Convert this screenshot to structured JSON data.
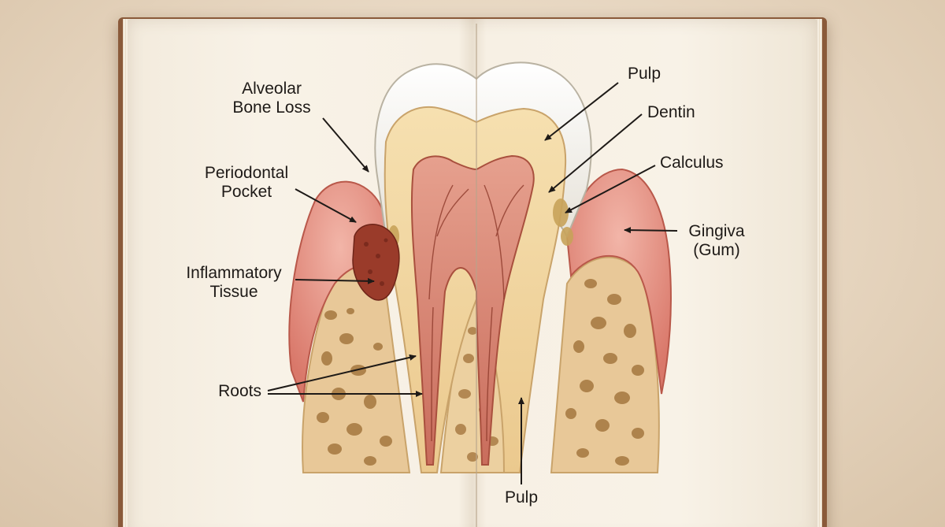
{
  "labels": {
    "alveolar_line1": "Alveolar",
    "alveolar_line2": "Bone Loss",
    "periodontal_line1": "Periodontal",
    "periodontal_line2": "Pocket",
    "inflammatory_line1": "Inflammatory",
    "inflammatory_line2": "Tissue",
    "roots": "Roots",
    "pulp_top": "Pulp",
    "dentin": "Dentin",
    "calculus": "Calculus",
    "gingiva_line1": "Gingiva",
    "gingiva_line2": "(Gum)",
    "pulp_bottom": "Pulp"
  },
  "colors": {
    "enamel": "#f4f1ea",
    "dentin": "#f0d6a4",
    "pulp": "#d98a78",
    "gum": "#e49a8f",
    "bone": "#efd7ac",
    "bone_pore": "#a5773f",
    "inflammation": "#9a3b2a",
    "calculus": "#c8a35a",
    "book_cover": "#8a5a3a"
  }
}
